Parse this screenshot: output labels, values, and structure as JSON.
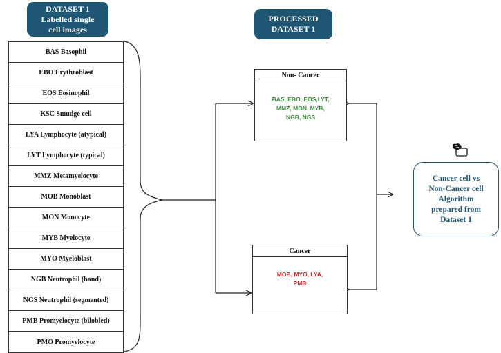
{
  "dataset_badge": {
    "line1": "DATASET 1",
    "line2": "Labelled single",
    "line3": "cell images"
  },
  "processed_badge": {
    "line1": "PROCESSED",
    "line2": "DATASET 1"
  },
  "cell_types": [
    "BAS Basophil",
    "EBO Erythroblast",
    "EOS Eosinophil",
    "KSC Smudge cell",
    "LYA Lymphocyte (atypical)",
    "LYT Lymphocyte (typical)",
    "MMZ Metamyelocyte",
    "MOB Monoblast",
    "MON Monocyte",
    "MYB Myelocyte",
    "MYO Myeloblast",
    "NGB Neutrophil (band)",
    "NGS Neutrophil (segmented)",
    "PMB Promyelocyte (bilobled)",
    "PMO Promyelocyte"
  ],
  "non_cancer": {
    "title": "Non- Cancer",
    "line1": "BAS, EBO, EOS,LYT,",
    "line2": "MMZ, MON, MYB,",
    "line3": "NGB, NGS"
  },
  "cancer": {
    "title": "Cancer",
    "line1": "MOB, MYO, LYA,",
    "line2": "PMB"
  },
  "algorithm": {
    "line1": "Cancer cell vs",
    "line2": "Non-Cancer cell",
    "line3": "Algorithm",
    "line4": "prepared from",
    "line5": "Dataset 1"
  },
  "icon": "brain-chat-icon",
  "colors": {
    "badge": "#1d5573",
    "non_cancer_text": "#3b8a3b",
    "cancer_text": "#cc2222",
    "algorithm_text": "#1d5573"
  }
}
